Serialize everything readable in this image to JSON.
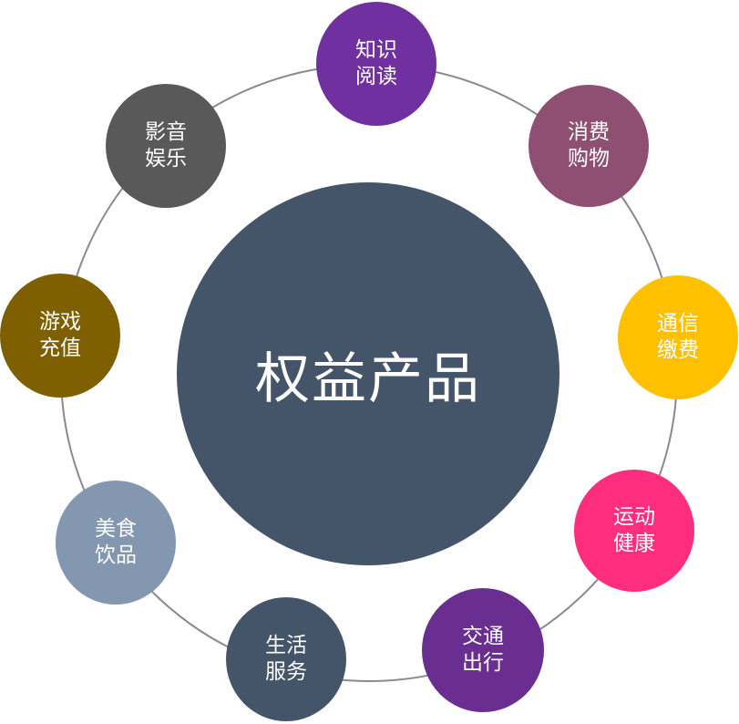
{
  "center": {
    "label": "权益产品",
    "color": "#445469"
  },
  "nodes": [
    {
      "id": "zhishi-yuedu",
      "lines": [
        "知识",
        "阅读"
      ],
      "color": "#7030A0"
    },
    {
      "id": "xiaofei-gouwu",
      "lines": [
        "消费",
        "购物"
      ],
      "color": "#8E4F72"
    },
    {
      "id": "tongxin-jiaofei",
      "lines": [
        "通信",
        "缴费"
      ],
      "color": "#FFC000"
    },
    {
      "id": "yundong-jiankang",
      "lines": [
        "运动",
        "健康"
      ],
      "color": "#FF2D7E"
    },
    {
      "id": "jiaotong-chuxing",
      "lines": [
        "交通",
        "出行"
      ],
      "color": "#6A2E91"
    },
    {
      "id": "shenghuo-fuwu",
      "lines": [
        "生活",
        "服务"
      ],
      "color": "#445469"
    },
    {
      "id": "meishi-yinpin",
      "lines": [
        "美食",
        "饮品"
      ],
      "color": "#8497B0"
    },
    {
      "id": "youxi-chongzhi",
      "lines": [
        "游戏",
        "充值"
      ],
      "color": "#7F6000"
    },
    {
      "id": "yingyin-yule",
      "lines": [
        "影音",
        "娱乐"
      ],
      "color": "#595959"
    }
  ]
}
